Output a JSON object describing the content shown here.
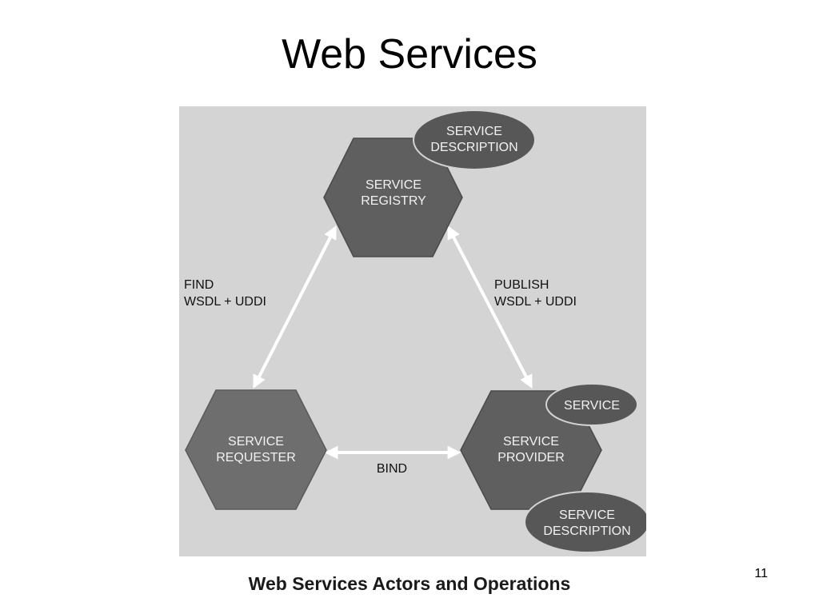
{
  "slide": {
    "title": "Web Services",
    "caption": "Web Services Actors and Operations",
    "page_number": "11"
  },
  "diagram": {
    "registry": {
      "line1": "SERVICE",
      "line2": "REGISTRY"
    },
    "requester": {
      "line1": "SERVICE",
      "line2": "REQUESTER"
    },
    "provider": {
      "line1": "SERVICE",
      "line2": "PROVIDER"
    },
    "registry_description": {
      "line1": "SERVICE",
      "line2": "DESCRIPTION"
    },
    "provider_service": {
      "line1": "SERVICE"
    },
    "provider_description": {
      "line1": "SERVICE",
      "line2": "DESCRIPTION"
    },
    "find": {
      "line1": "FIND",
      "line2": "WSDL + UDDI"
    },
    "publish": {
      "line1": "PUBLISH",
      "line2": "WSDL + UDDI"
    },
    "bind": {
      "line1": "BIND"
    }
  },
  "colors": {
    "background": "#d4d4d4",
    "hexagon_dark": "#5f5f5f",
    "hexagon_medium": "#6e6e6e",
    "oval": "#575757",
    "arrow": "#ffffff",
    "label_on_dark": "#f2f2f2",
    "label_on_light": "#111111"
  }
}
